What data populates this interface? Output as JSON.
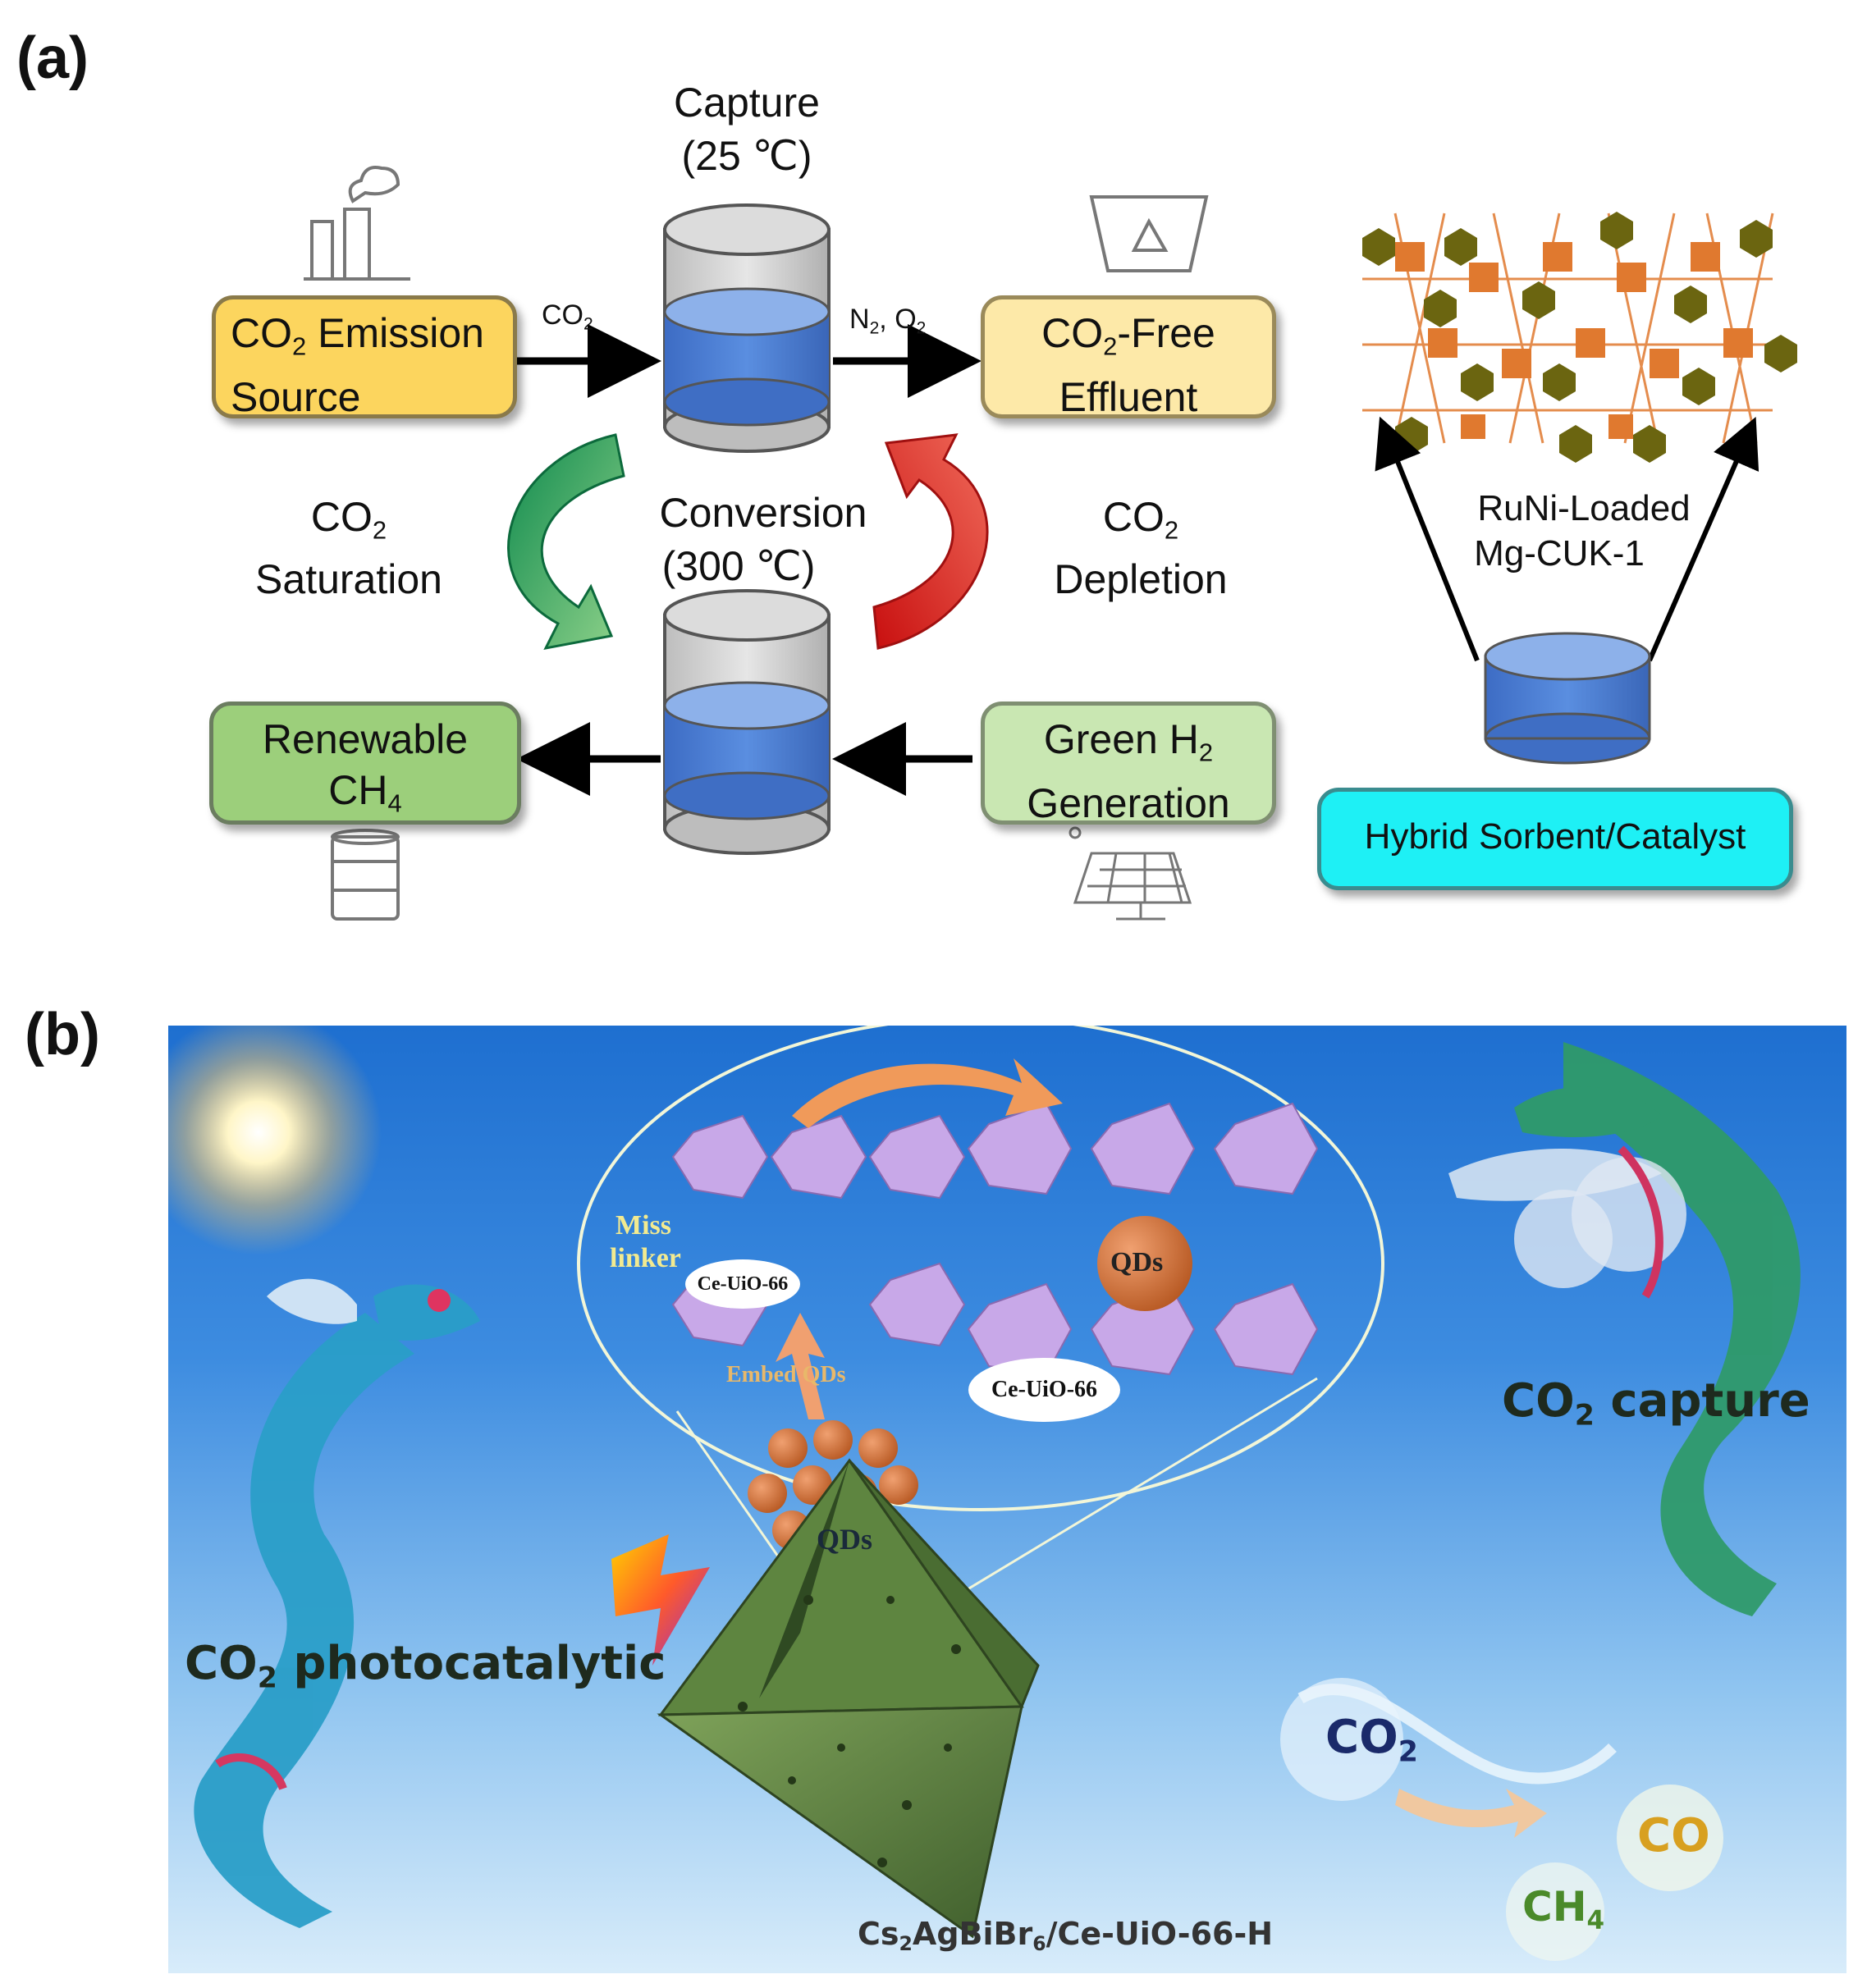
{
  "panel_a": {
    "label": "(a)",
    "capture_title": "Capture",
    "capture_temp": "(25 ℃)",
    "conversion_title": "Conversion",
    "conversion_temp": "(300 ℃)",
    "emission_box": {
      "line1_prefix": "CO",
      "line1_sub": "2",
      "line1_suffix": " Emission",
      "line2": "Source"
    },
    "co2_arrow_label": {
      "main": "CO",
      "sub": "2"
    },
    "n2o2_label": {
      "a": "N",
      "a_sub": "2",
      "sep": ", O",
      "b_sub": "2"
    },
    "effluent_box": {
      "line1_prefix": "CO",
      "line1_sub": "2",
      "line1_suffix": "-Free",
      "line2": "Effluent"
    },
    "saturation": {
      "line1_main": "CO",
      "line1_sub": "2",
      "line2": "Saturation"
    },
    "depletion": {
      "line1_main": "CO",
      "line1_sub": "2",
      "line2": "Depletion"
    },
    "renewable_box": {
      "line1": "Renewable",
      "line2_main": "CH",
      "line2_sub": "4"
    },
    "green_h2_box": {
      "line1_main": "Green H",
      "line1_sub": "2",
      "line2": "Generation"
    },
    "mof_label_1": "RuNi-Loaded",
    "mof_label_2": "Mg-CUK-1",
    "hybrid_box": "Hybrid Sorbent/Catalyst"
  },
  "panel_b": {
    "label": "(b)",
    "miss_linker_1": "Miss",
    "miss_linker_2": "linker",
    "ce_uio_left": "Ce-UiO-66",
    "ce_uio_right": "Ce-UiO-66",
    "embed_qds": "Embed QDs",
    "qds_small": "QDs",
    "qds_big": "QDs",
    "co2_capture": {
      "main": "CO",
      "sub": "2",
      "rest": " capture"
    },
    "co2_photocatalytic": {
      "main": "CO",
      "sub": "2",
      "rest": " photocatalytic"
    },
    "composite": {
      "a": "Cs",
      "a_sub": "2",
      "b": "AgBiBr",
      "b_sub": "6",
      "c": "/Ce-UiO-66-H"
    },
    "bubble_co2": {
      "main": "CO",
      "sub": "2"
    },
    "bubble_co": "CO",
    "bubble_ch4": {
      "main": "CH",
      "sub": "4"
    }
  },
  "colors": {
    "yellow_box": "#fcd55e",
    "light_yellow_box": "#fde9a8",
    "green_box": "#9ccf7b",
    "light_green_box": "#c9e7b2",
    "cyan_box": "#1ef0f5",
    "sorbent_blue": "#4f7fd4",
    "green_arrow": "#1a9a5a",
    "red_arrow": "#d81818",
    "mof_orange": "#e0792f",
    "hexagon_olive": "#6b6510",
    "sky_blue": "#1e6fd0"
  }
}
